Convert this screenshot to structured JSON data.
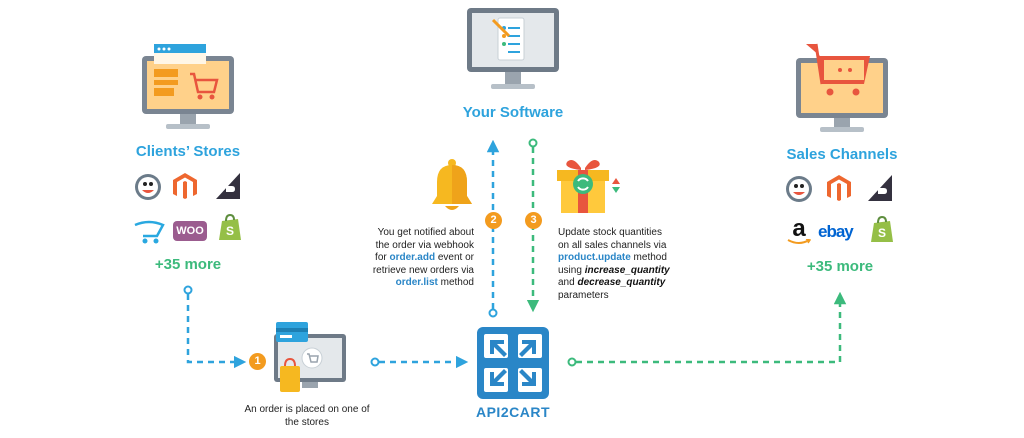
{
  "nodes": {
    "clients_stores": "Clients’ Stores",
    "your_software": "Your Software",
    "sales_channels": "Sales Channels",
    "api2cart": "API2CART"
  },
  "clients_more": "+35 more",
  "channels_more": "+35 more",
  "platforms": {
    "woo": "WOO",
    "amazon": "a",
    "ebay": "ebay"
  },
  "steps": {
    "s1": {
      "badge": "1",
      "text": "An order is placed on one of the stores"
    },
    "s2": {
      "badge": "2",
      "line1": "You get notified about",
      "line2": "the order via webhook",
      "line3_pre": "for ",
      "line3_hl": "order.add",
      "line3_post": " event or",
      "line4": "retrieve new orders via",
      "line5_hl": "order.list",
      "line5_post": " method"
    },
    "s3": {
      "badge": "3",
      "line1": "Update stock quantities",
      "line2": "on all sales channels via",
      "line3_hl": "product.update",
      "line3_post": " method",
      "line4_pre": "using ",
      "line4_em": "increase_quantity",
      "line5_pre": "and ",
      "line5_em": "decrease_quantity",
      "line6": "parameters"
    }
  },
  "colors": {
    "blue": "#2ea3dd",
    "green": "#3cba7c",
    "orange": "#f39b1f",
    "api_blue": "#2a86c7"
  }
}
